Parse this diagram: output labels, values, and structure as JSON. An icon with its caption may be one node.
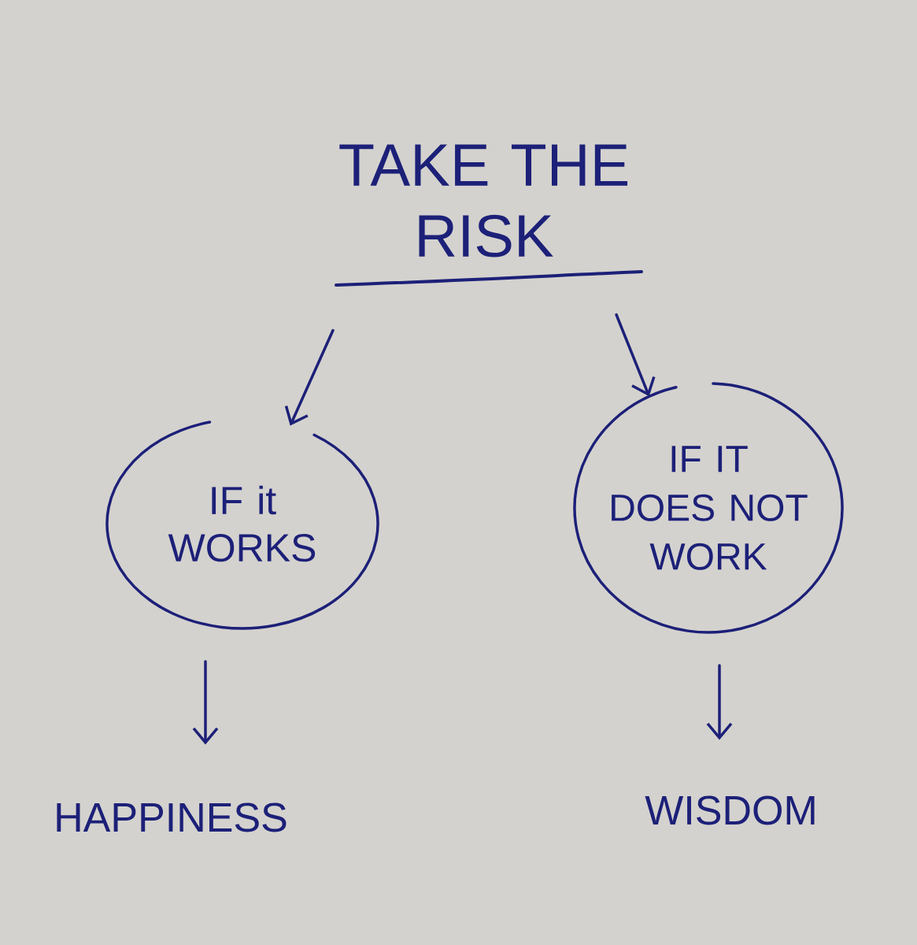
{
  "diagram": {
    "nodes": [
      {
        "text": [
          "TAKE THE RISK"
        ]
      },
      {
        "text": [
          "IF it WORKS"
        ]
      },
      {
        "text": [
          "IF IT DOES NOT WORK"
        ]
      },
      {
        "text": [
          "HAPPINESS"
        ]
      },
      {
        "text": [
          "WISDOM"
        ]
      }
    ],
    "edges": [
      {
        "from": 0,
        "to": 1,
        "arrow": "to"
      },
      {
        "from": 0,
        "to": 2,
        "arrow": "to"
      },
      {
        "from": 1,
        "to": 3,
        "arrow": "to"
      },
      {
        "from": 2,
        "to": 4,
        "arrow": "to"
      }
    ]
  }
}
